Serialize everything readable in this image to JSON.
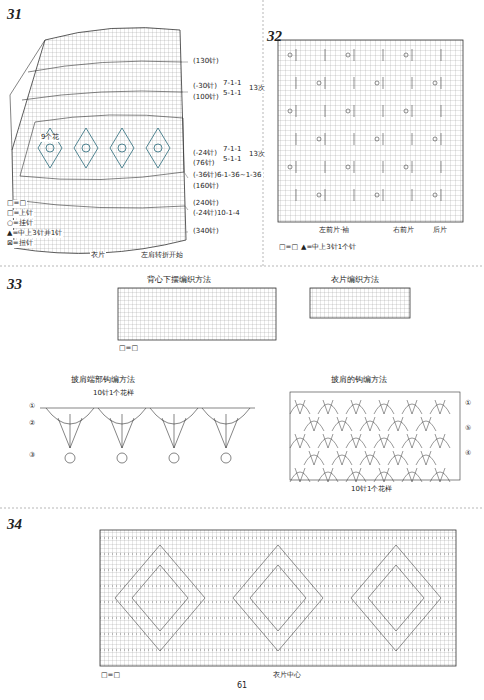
{
  "diagram": {
    "labels": [
      "31",
      "32",
      "33",
      "34",
      "(130针)",
      "(-30针)",
      "(100针)",
      "7-1-1",
      "5-1-1",
      "13次",
      "(-24针)",
      "(76针)",
      "7-1-1",
      "5-1-1",
      "13次",
      "(-36针)6-1-36~1-36",
      "(160针)",
      "(240针)",
      "(-24针)10-1-4",
      "(340针)",
      "9个花",
      "衣片",
      "左肩转折开始",
      "□=□",
      "□=上针",
      "○=挂针",
      "▲=中上3针并1针",
      "⊠=扭针",
      "左前片·袖",
      "右前片",
      "后片",
      "□=□",
      "▲=中上3针1个针",
      "背心下摆编织方法",
      "衣片编织方法",
      "□=□",
      "披肩端部钩编方法",
      "10针1个花样",
      "①",
      "②",
      "③",
      "披肩的钩编方法",
      "①",
      "⑤",
      "④",
      "10针1个花样",
      "□=□",
      "衣片中心",
      "61"
    ]
  }
}
